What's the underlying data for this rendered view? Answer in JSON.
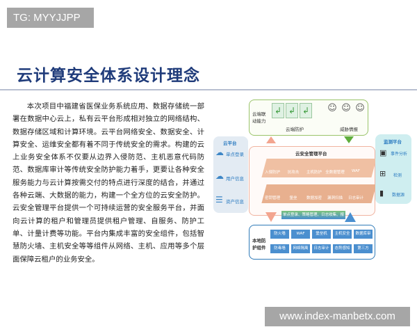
{
  "watermark_top": "TG: MYYJJPP",
  "watermark_bottom": "www.index-manbetx.com",
  "title": "云计算安全体系设计理念",
  "body": "本次项目中福建省医保业务系统应用、数据存储统一部署在数据中心云上，私有云平台形成相对独立的网络结构、数据存储区域和计算环境。云平台网络安全、数据安全、计算安全、运维安全都有着不同于传统安全的需求。构建的云上业务安全体系不仅要从边界入侵防范、主机恶意代码防范、数据库审计等传统安全防护能力着手，更要让各种安全服务能力与云计算按需交付的特点进行深度的结合，并通过各种云端、大数据的能力，构建一个全方位的云安全防护。云安全管理平台提供一个可持续运营的安全服务平台，并面向云计算的租户和管理员提供租户管理、自服务、防护工单、计量计费等功能。平台内集成丰富的安全组件，包括智慧防火墙、主机安全等等组件从网络、主机、应用等多个层面保障云租户的业务安全。",
  "diagram": {
    "cloud_link": {
      "label": "云端联动能力",
      "group1": "云端防护",
      "group2": "威胁情报"
    },
    "cloud_platform": {
      "label": "云平台",
      "items": [
        "单点登录",
        "用户信息",
        "资产信息"
      ]
    },
    "mgmt": {
      "label": "云安全管理平台",
      "row1": [
        "入侵防护",
        "抗攻击",
        "主机防护",
        "全数据管理",
        "WAF"
      ],
      "row2": [
        "密钥管理",
        "堡垒",
        "数据加密",
        "漏洞扫描",
        "日志审计"
      ]
    },
    "monitor": {
      "label": "监测平台",
      "items": [
        "事件分析",
        "检测",
        "数据源"
      ]
    },
    "banner": "单点登录、策略管理、日志收集、报表管理",
    "local": {
      "label": "本地防护组件",
      "row1": [
        "防火墙",
        "WAF",
        "堡垒机",
        "主机安全",
        "数据库审计"
      ],
      "row2": [
        "防毒墙",
        "网络隔离",
        "日志审计",
        "态势感知",
        "第三方"
      ]
    }
  }
}
